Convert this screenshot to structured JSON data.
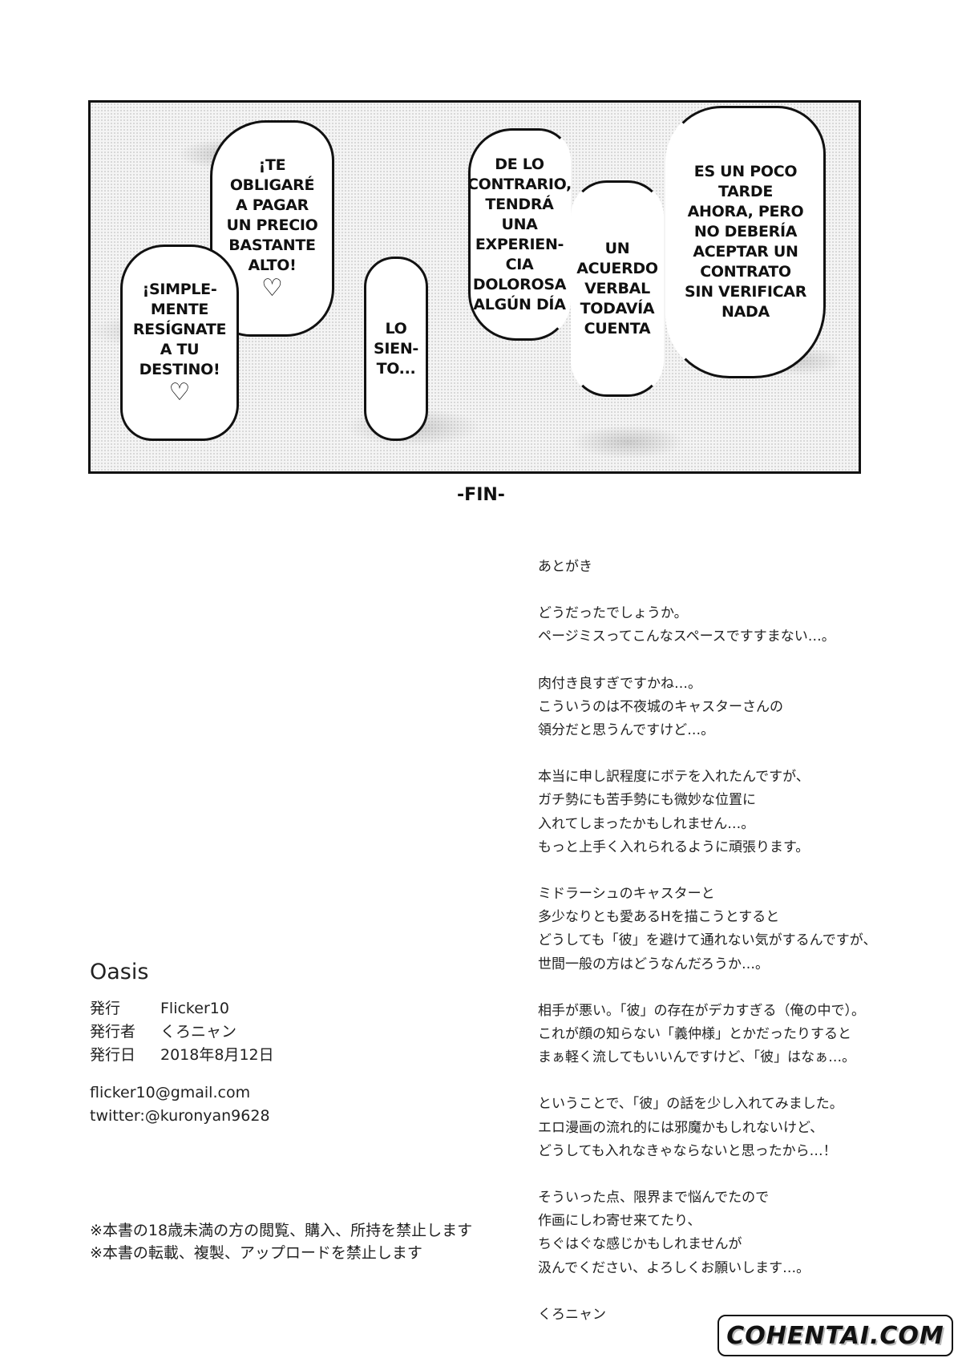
{
  "panel": {
    "bubbles": [
      {
        "text": "¡TE\nOBLIGARÉ\nA PAGAR\nUN PRECIO\nBASTANTE\nALTO!",
        "heart": "♡"
      },
      {
        "text": "¡SIMPLE-\nMENTE\nRESÍGNATE\nA TU\nDESTINO!",
        "heart": "♡"
      },
      {
        "text": "LO\nSIEN-\nTO..."
      },
      {
        "text": "DE LO\nCONTRARIO,\nTENDRÁ\nUNA\nEXPERIEN-\nCIA\nDOLOROSA\nALGÚN DÍA"
      },
      {
        "text": "UN\nACUERDO\nVERBAL\nTODAVÍA\nCUENTA"
      },
      {
        "text": "ES UN POCO\nTARDE\nAHORA, PERO\nNO DEBERÍA\nACEPTAR UN\nCONTRATO\nSIN VERIFICAR\nNADA"
      }
    ]
  },
  "fin": "-FIN-",
  "afterword": {
    "paragraphs": [
      "あとがき",
      "どうだったでしょうか。\nページミスってこんなスペースですすまない…。",
      "肉付き良すぎですかね…。\nこういうのは不夜城のキャスターさんの\n領分だと思うんですけど…。",
      "本当に申し訳程度にボテを入れたんですが、\nガチ勢にも苦手勢にも微妙な位置に\n入れてしまったかもしれません…。\nもっと上手く入れられるように頑張ります。",
      "ミドラーシュのキャスターと\n多少なりとも愛あるHを描こうとすると\nどうしても「彼」を避けて通れない気がするんですが、\n世間一般の方はどうなんだろうか…。",
      "相手が悪い。「彼」の存在がデカすぎる（俺の中で）。\nこれが顔の知らない「義仲様」とかだったりすると\nまぁ軽く流してもいいんですけど、「彼」はなぁ…。",
      "ということで、「彼」の話を少し入れてみました。\nエロ漫画の流れ的には邪魔かもしれないけど、\nどうしても入れなきゃならないと思ったから…！",
      "そういった点、限界まで悩んでたので\n作画にしわ寄せ来てたり、\nちぐはぐな感じかもしれませんが\n汲んでください、よろしくお願いします…。",
      "くろニャン"
    ]
  },
  "colophon": {
    "title": "Oasis",
    "rows": [
      {
        "label": "発行",
        "value": "Flicker10"
      },
      {
        "label": "発行者",
        "value": "くろニャン"
      },
      {
        "label": "発行日",
        "value": "2018年8月12日"
      }
    ],
    "email": "flicker10@gmail.com",
    "twitter": "twitter:@kuronyan9628"
  },
  "notes": [
    "※本書の18歳未満の方の閲覧、購入、所持を禁止します",
    "※本書の転載、複製、アップロードを禁止します"
  ],
  "watermark": "COHENTAI.COM"
}
